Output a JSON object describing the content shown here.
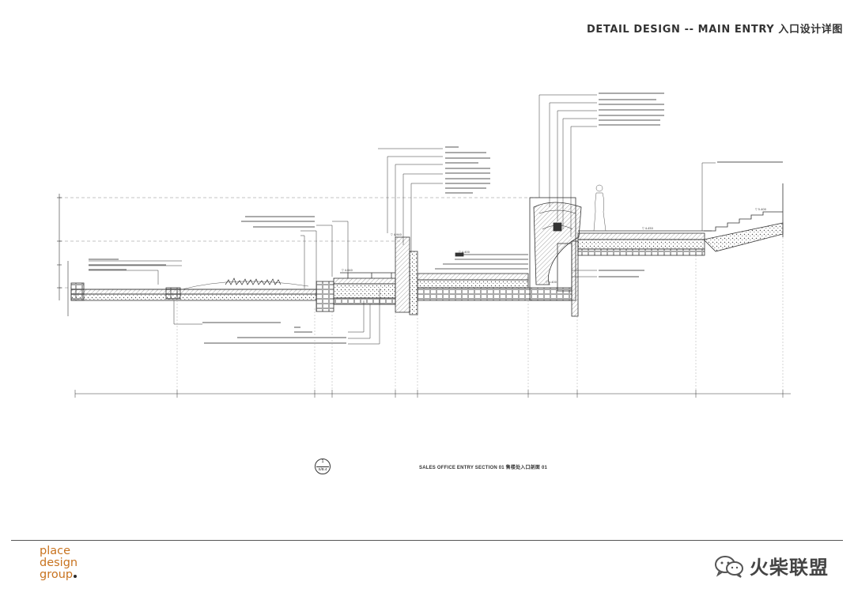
{
  "header": {
    "title": "DETAIL DESIGN -- MAIN ENTRY 入口设计详图"
  },
  "drawing": {
    "section_caption": "SALES OFFICE ENTRY SECTION 01 售楼处入口剖面 01",
    "section_ref_number": "1",
    "section_ref_sheet": "S/B.4"
  },
  "logo": {
    "line1": "place",
    "line2": "design",
    "line3": "group",
    "color": "#c8731f"
  },
  "watermark": {
    "text": "火柴联盟",
    "icon": "wechat-icon"
  },
  "colors": {
    "line": "#333333",
    "hatch": "#555555",
    "accent": "#c8731f"
  }
}
